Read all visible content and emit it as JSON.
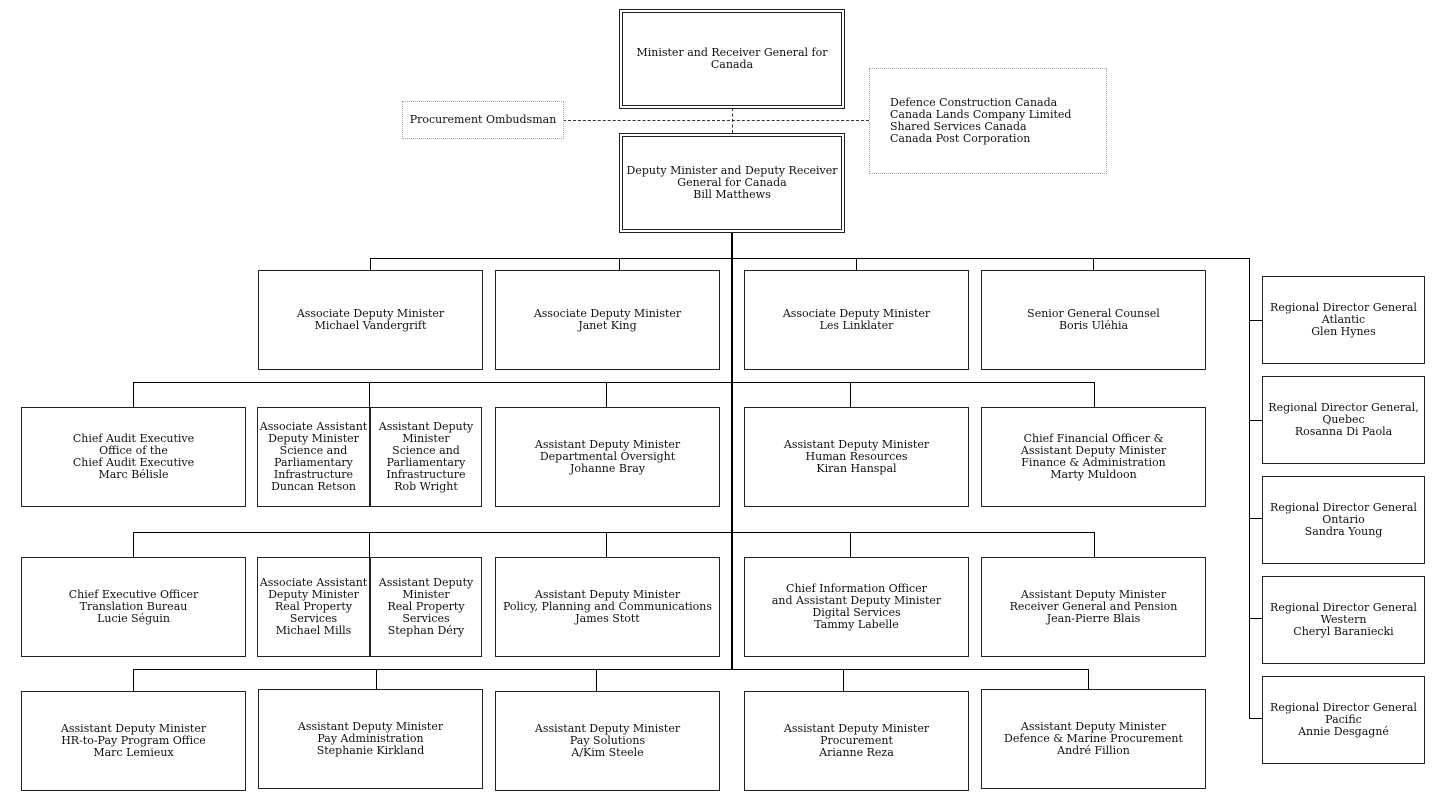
{
  "top": {
    "minister": [
      "Minister and Receiver General for",
      "Canada"
    ],
    "ombudsman": [
      "Procurement Ombudsman"
    ],
    "crowns": [
      "Defence Construction Canada",
      "Canada Lands Company Limited",
      "Shared Services Canada",
      "Canada Post Corporation"
    ],
    "deputy": [
      "Deputy Minister and Deputy Receiver",
      "General for Canada",
      "Bill Matthews"
    ]
  },
  "row1": [
    [
      "Associate Deputy Minister",
      "Michael Vandergrift"
    ],
    [
      "Associate Deputy Minister",
      "Janet King"
    ],
    [
      "Associate Deputy Minister",
      "Les Linklater"
    ],
    [
      "Senior General Counsel",
      "Boris Uléhia"
    ]
  ],
  "row2": [
    [
      "Chief Audit Executive",
      "Office of the",
      "Chief Audit Executive",
      "Marc Bélisle"
    ],
    [
      "Associate Assistant",
      "Deputy Minister",
      "Science and",
      "Parliamentary",
      "Infrastructure",
      "Duncan Retson"
    ],
    [
      "Assistant Deputy",
      "Minister",
      "Science and",
      "Parliamentary",
      "Infrastructure",
      "Rob Wright"
    ],
    [
      "Assistant Deputy Minister",
      "Departmental Oversight",
      "Johanne Bray"
    ],
    [
      "Assistant Deputy Minister",
      "Human Resources",
      "Kiran Hanspal"
    ],
    [
      "Chief Financial Officer &",
      "Assistant Deputy Minister",
      "Finance & Administration",
      "Marty Muldoon"
    ]
  ],
  "row3": [
    [
      "Chief Executive Officer",
      "Translation Bureau",
      "Lucie Séguin"
    ],
    [
      "Associate Assistant",
      "Deputy Minister",
      "Real Property",
      "Services",
      "Michael Mills"
    ],
    [
      "Assistant Deputy",
      "Minister",
      "Real Property",
      "Services",
      "Stephan Déry"
    ],
    [
      "Assistant Deputy Minister",
      "Policy, Planning and Communications",
      "James Stott"
    ],
    [
      "Chief Information Officer",
      "and Assistant Deputy Minister",
      "Digital Services",
      "Tammy Labelle"
    ],
    [
      "Assistant Deputy Minister",
      "Receiver General and Pension",
      "Jean-Pierre Blais"
    ]
  ],
  "row4": [
    [
      "Assistant Deputy Minister",
      "HR-to-Pay Program Office",
      "Marc Lemieux"
    ],
    [
      "Assistant Deputy Minister",
      "Pay Administration",
      "Stephanie Kirkland"
    ],
    [
      "Assistant Deputy Minister",
      "Pay Solutions",
      "A/Kim Steele"
    ],
    [
      "Assistant Deputy Minister",
      "Procurement",
      "Arianne Reza"
    ],
    [
      "Assistant Deputy Minister",
      "Defence & Marine Procurement",
      "André Fillion"
    ]
  ],
  "regions": [
    [
      "Regional Director General",
      "Atlantic",
      "Glen Hynes"
    ],
    [
      "Regional Director General,",
      "Quebec",
      "Rosanna Di Paola"
    ],
    [
      "Regional Director General",
      "Ontario",
      "Sandra Young"
    ],
    [
      "Regional Director General",
      "Western",
      "Cheryl Baraniecki"
    ],
    [
      "Regional Director General",
      "Pacific",
      "Annie Desgagné"
    ]
  ]
}
